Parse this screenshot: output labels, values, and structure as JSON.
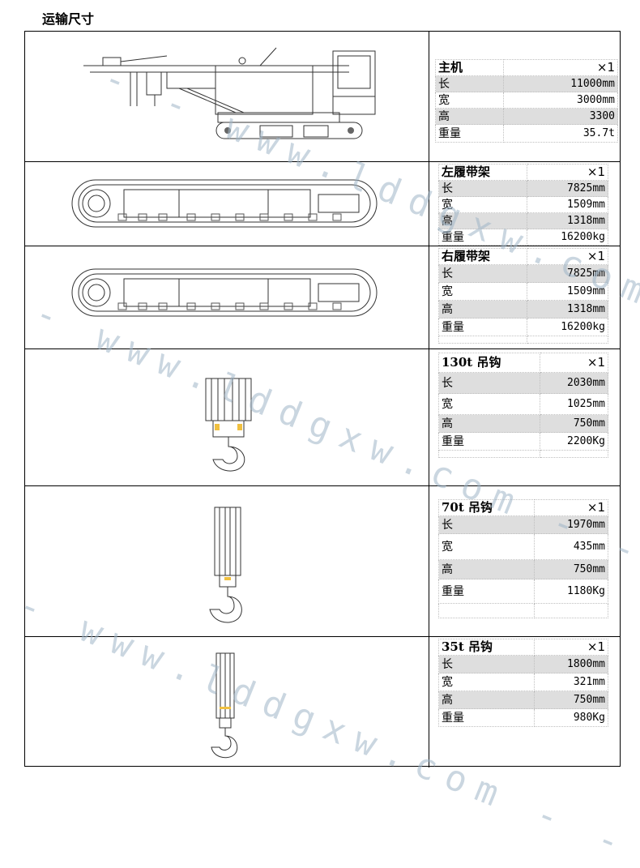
{
  "page_title": "运输尺寸",
  "watermark": "- - www.lddgxw.com - -",
  "sections": [
    {
      "name": "主机",
      "qty": "×1",
      "rows": [
        {
          "label": "长",
          "value": "11000mm"
        },
        {
          "label": "宽",
          "value": "3000mm"
        },
        {
          "label": "高",
          "value": "3300"
        },
        {
          "label": "重量",
          "value": "35.7t"
        }
      ]
    },
    {
      "name": "左履带架",
      "qty": "×1",
      "rows": [
        {
          "label": "长",
          "value": "7825mm"
        },
        {
          "label": "宽",
          "value": "1509mm"
        },
        {
          "label": "高",
          "value": "1318mm"
        },
        {
          "label": "重量",
          "value": "16200kg"
        }
      ]
    },
    {
      "name": "右履带架",
      "qty": "×1",
      "rows": [
        {
          "label": "长",
          "value": "7825mm"
        },
        {
          "label": "宽",
          "value": "1509mm"
        },
        {
          "label": "高",
          "value": "1318mm"
        },
        {
          "label": "重量",
          "value": "16200kg"
        }
      ]
    },
    {
      "name": "130t 吊钩",
      "qty": "×1",
      "rows": [
        {
          "label": "长",
          "value": "2030mm"
        },
        {
          "label": "宽",
          "value": "1025mm"
        },
        {
          "label": "高",
          "value": "750mm"
        },
        {
          "label": "重量",
          "value": "2200Kg"
        }
      ]
    },
    {
      "name": "70t 吊钩",
      "qty": "×1",
      "rows": [
        {
          "label": "长",
          "value": "1970mm"
        },
        {
          "label": "宽",
          "value": "435mm"
        },
        {
          "label": "高",
          "value": "750mm"
        },
        {
          "label": "重量",
          "value": "1180Kg"
        }
      ]
    },
    {
      "name": "35t 吊钩",
      "qty": "×1",
      "rows": [
        {
          "label": "长",
          "value": "1800mm"
        },
        {
          "label": "宽",
          "value": "321mm"
        },
        {
          "label": "高",
          "value": "750mm"
        },
        {
          "label": "重量",
          "value": "980Kg"
        }
      ]
    }
  ]
}
